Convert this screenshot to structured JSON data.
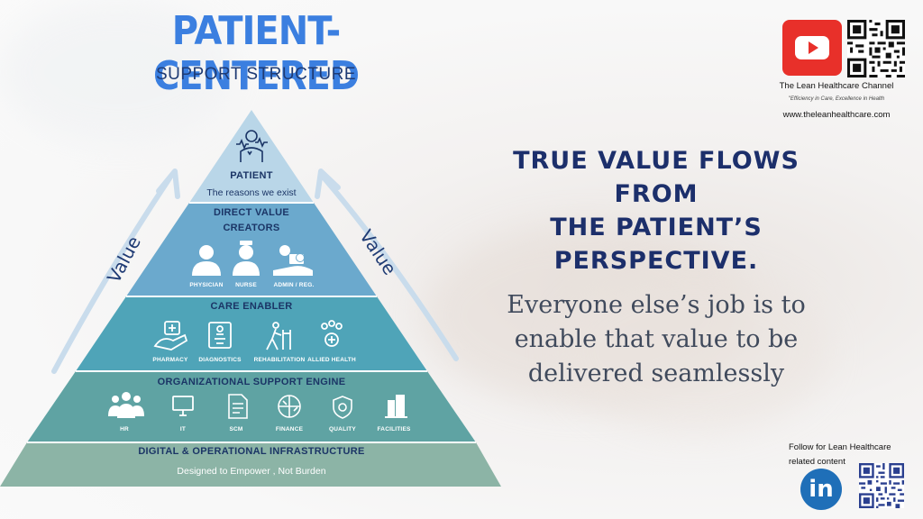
{
  "title": {
    "main": "PATIENT-CENTERED",
    "sub": "SUPPORT STRUCTURE"
  },
  "colors": {
    "title_blue": "#3b7fe0",
    "navy": "#1c2f6b",
    "tier1": "#b9d6e8",
    "tier2": "#6ba9cd",
    "tier3": "#4fa4b8",
    "tier4": "#5fa3a3",
    "tier5": "#8cb4a6",
    "youtube_red": "#e8302a",
    "linkedin_blue": "#1f6fb8"
  },
  "pyramid": {
    "arrow_label_left": "Value",
    "arrow_label_right": "Value",
    "patient": {
      "icon": "person-heart-icon",
      "heading": "PATIENT",
      "subtitle": "The reasons we exist"
    },
    "direct_value": {
      "heading_line1": "DIRECT VALUE",
      "heading_line2": "CREATORS",
      "items": [
        {
          "icon": "physician-icon",
          "label": "PHYSICIAN"
        },
        {
          "icon": "nurse-icon",
          "label": "NURSE"
        },
        {
          "icon": "admin-desk-icon",
          "label": "ADMIN / REG."
        }
      ]
    },
    "care_enabler": {
      "heading": "CARE ENABLER",
      "items": [
        {
          "icon": "pharmacy-hand-icon",
          "label": "PHARMACY"
        },
        {
          "icon": "xray-icon",
          "label": "DIAGNOSTICS"
        },
        {
          "icon": "walker-icon",
          "label": "REHABILITATION"
        },
        {
          "icon": "team-care-icon",
          "label": "ALLIED HEALTH"
        }
      ]
    },
    "org_support": {
      "heading": "ORGANIZATIONAL SUPPORT ENGINE",
      "items": [
        {
          "icon": "people-group-icon",
          "label": "HR"
        },
        {
          "icon": "computer-icon",
          "label": "IT"
        },
        {
          "icon": "document-icon",
          "label": "SCM"
        },
        {
          "icon": "finance-icon",
          "label": "FINANCE"
        },
        {
          "icon": "quality-badge-icon",
          "label": "QUALITY"
        },
        {
          "icon": "building-icon",
          "label": "FACILITIES"
        }
      ]
    },
    "infrastructure": {
      "heading": "DIGITAL & OPERATIONAL INFRASTRUCTURE",
      "subtitle": "Designed to Empower , Not Burden"
    }
  },
  "headline": {
    "line1": "TRUE VALUE FLOWS FROM",
    "line2": "THE PATIENT’S",
    "line3": "PERSPECTIVE."
  },
  "body": {
    "line1": "Everyone else’s job is to",
    "line2": "enable that value to be",
    "line3": "delivered seamlessly"
  },
  "channel": {
    "name": "The Lean Healthcare Channel",
    "tagline": "\"Efficiency in Care, Excellence in Health",
    "url": "www.theleanhealthcare.com"
  },
  "follow": {
    "text": "Follow for Lean Healthcare related content",
    "linkedin_mark": "in"
  }
}
